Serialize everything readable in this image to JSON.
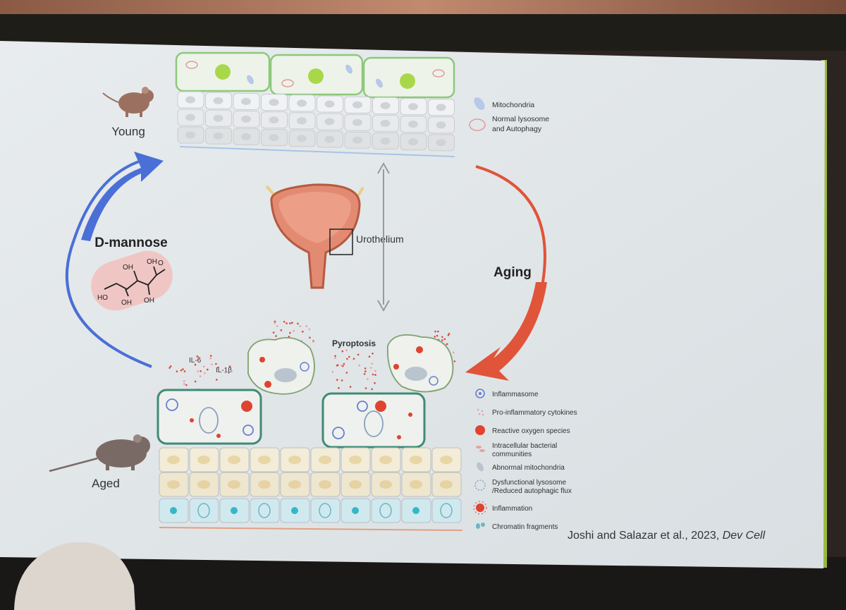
{
  "slide": {
    "labels": {
      "young": "Young",
      "aged": "Aged",
      "d_mannose": "D-mannose",
      "aging": "Aging",
      "urothelium": "Urothelium",
      "pyroptosis": "Pyroptosis",
      "il6": "IL-6",
      "il1b": "IL-1β"
    },
    "molecule": {
      "oh1": "OH",
      "oh2": "OH",
      "oh3": "OH",
      "oh4": "OH",
      "ho": "HO",
      "o": "O"
    },
    "legend_top": [
      {
        "icon": "mitochondria-icon",
        "lines": [
          "Mitochondria"
        ]
      },
      {
        "icon": "lysosome-icon",
        "lines": [
          "Normal lysosome",
          "and Autophagy"
        ]
      }
    ],
    "legend_bottom": [
      {
        "icon": "inflammasome-icon",
        "lines": [
          "Inflammasome"
        ]
      },
      {
        "icon": "cytokines-icon",
        "lines": [
          "Pro-inflammatory cytokines"
        ]
      },
      {
        "icon": "ros-icon",
        "lines": [
          "Reactive oxygen species"
        ]
      },
      {
        "icon": "bacteria-icon",
        "lines": [
          "Intracellular bacterial",
          "communities"
        ]
      },
      {
        "icon": "abnormal-mitochondria-icon",
        "lines": [
          "Abnormal mitochondria"
        ]
      },
      {
        "icon": "dysfunctional-lysosome-icon",
        "lines": [
          "Dysfunctional lysosome",
          "/Reduced autophagic flux"
        ]
      },
      {
        "icon": "inflammation-icon",
        "lines": [
          "Inflammation"
        ]
      },
      {
        "icon": "chromatin-icon",
        "lines": [
          "Chromatin fragments"
        ]
      }
    ],
    "citation": {
      "authors": "Joshi and Salazar et al., 2023, ",
      "journal": "Dev Cell"
    },
    "colors": {
      "d_mannose_arrow": "#4a6fd6",
      "aging_arrow": "#e0543a",
      "young_cell_border": "#8cc97a",
      "aged_cell_border": "#3f8a76",
      "bladder": "#e28b72"
    }
  }
}
